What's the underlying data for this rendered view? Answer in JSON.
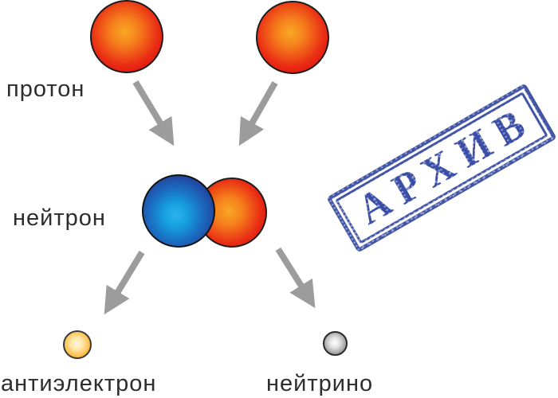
{
  "diagram": {
    "labels": {
      "proton": "протон",
      "neutron": "нейтрон",
      "antielectron": "антиэлектрон",
      "neutrino": "нейтрино"
    },
    "stamp": {
      "text": "АРХИВ",
      "color": "#3a4ea6"
    },
    "colors": {
      "proton_core": "#f9a825",
      "proton_edge": "#c40d0d",
      "neutron_blue_core": "#2cb4ec",
      "neutron_blue_edge": "#252467",
      "antielectron_core": "#fff8e0",
      "antielectron_edge": "#f2961c",
      "neutrino_core": "#ffffff",
      "neutrino_edge": "#6b6b6b",
      "arrow": "#9c9c9c",
      "label_text": "#2d2d2d",
      "background": "#ffffff"
    }
  }
}
